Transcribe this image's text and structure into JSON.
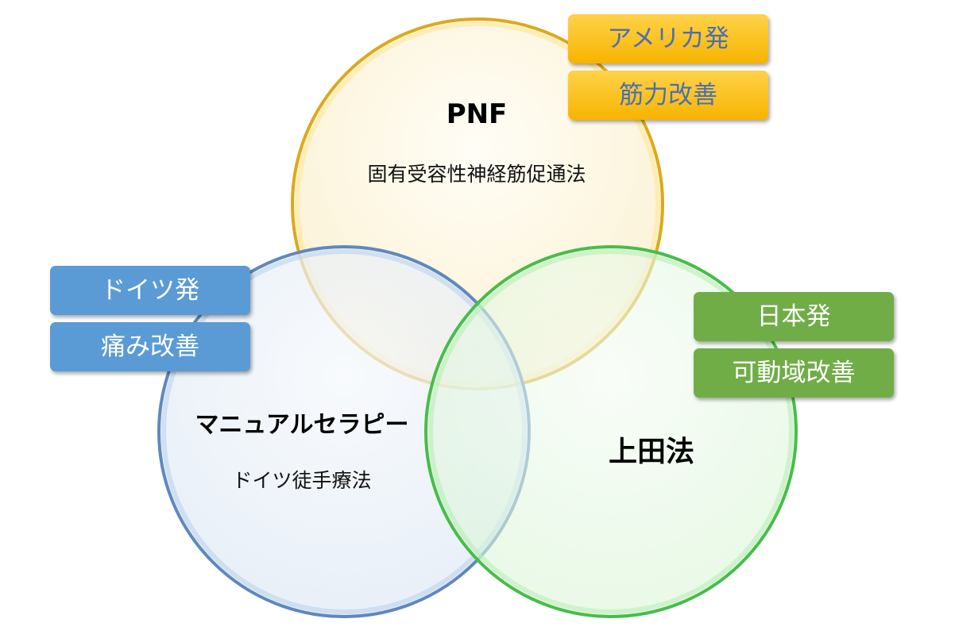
{
  "circles": {
    "pnf": {
      "title": "PNF",
      "subtitle": "固有受容性神経筋促通法",
      "fill": "#fdf5de",
      "stroke": "#e5b42a"
    },
    "manual": {
      "title": "マニュアルセラピー",
      "subtitle": "ドイツ徒手療法",
      "fill": "#e9f0f8",
      "stroke": "#6f95c6"
    },
    "ueda": {
      "title": "上田法",
      "fill": "#e6f8e4",
      "stroke": "#58c75a"
    }
  },
  "tags": {
    "america": "アメリカ発",
    "kinryoku": "筋力改善",
    "germany": "ドイツ発",
    "itami": "痛み改善",
    "japan": "日本発",
    "kadoiki": "可動域改善"
  },
  "colors": {
    "orange_tag": "#f7b400",
    "blue_tag": "#5b9bd5",
    "green_tag": "#70ad47"
  }
}
